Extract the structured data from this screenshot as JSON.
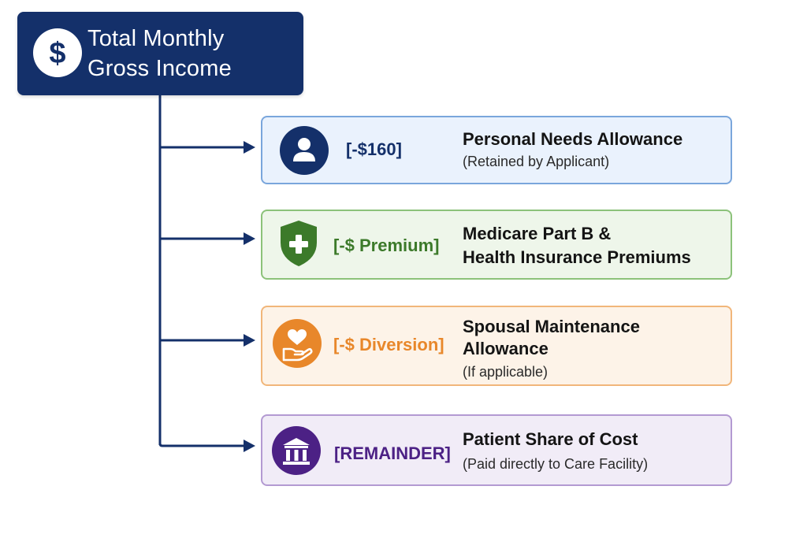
{
  "root": {
    "title_line1": "Total Monthly",
    "title_line2": "Gross Income",
    "icon": "dollar-icon",
    "color": "#14306a"
  },
  "deductions": [
    {
      "amount": "[-$160]",
      "title_line1": "Personal Needs Allowance",
      "title_line2": "",
      "subtitle": "(Retained by Applicant)",
      "icon": "user-icon",
      "accent": "#14306a",
      "background": "#eaf2fd",
      "border": "#7aa6dc"
    },
    {
      "amount": "[-$ Premium]",
      "title_line1": "Medicare Part B &",
      "title_line2": "Health Insurance Premiums",
      "subtitle": "",
      "icon": "shield-plus-icon",
      "accent": "#3c7a2a",
      "background": "#eef6ea",
      "border": "#8cc27a"
    },
    {
      "amount": "[-$ Diversion]",
      "title_line1": "Spousal Maintenance",
      "title_line2": "Allowance",
      "subtitle": "(If applicable)",
      "icon": "heart-hand-icon",
      "accent": "#e8872a",
      "background": "#fdf3e8",
      "border": "#f1b67a"
    },
    {
      "amount": "[REMAINDER]",
      "title_line1": "Patient Share of Cost",
      "title_line2": "",
      "subtitle": "(Paid directly to Care Facility)",
      "icon": "bank-icon",
      "accent": "#4c2185",
      "background": "#f1ecf7",
      "border": "#b39ad2"
    }
  ]
}
